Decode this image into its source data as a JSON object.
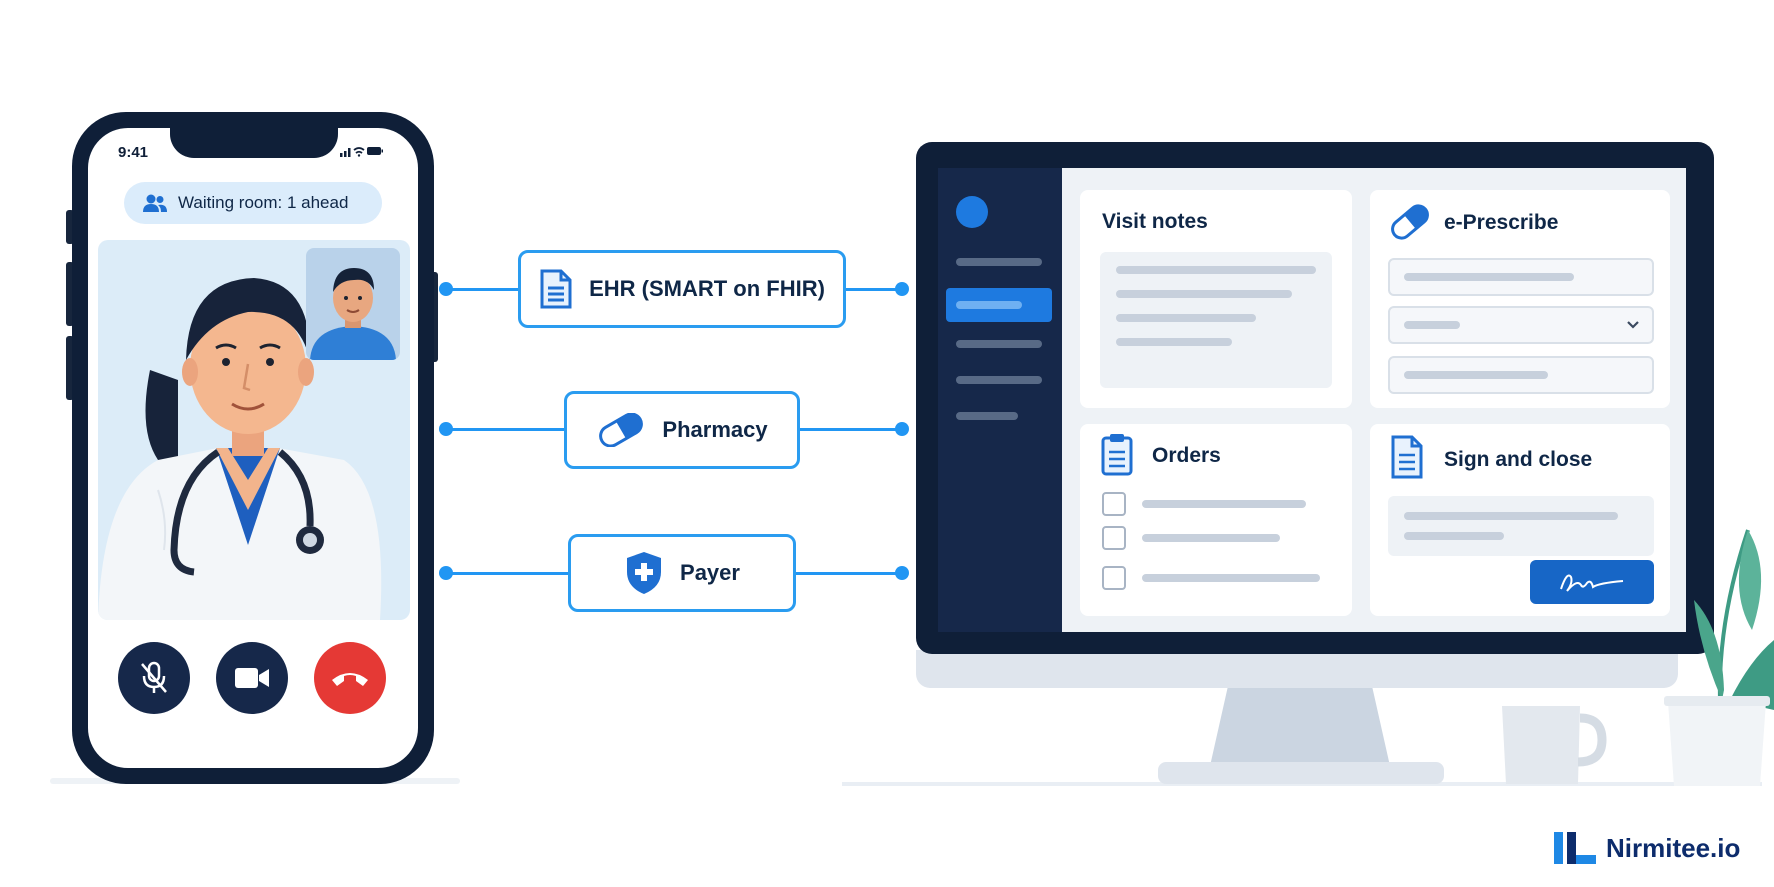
{
  "phone": {
    "time": "9:41",
    "waiting_room": "Waiting room: 1 ahead",
    "controls": [
      "mic-off",
      "camera",
      "end-call"
    ]
  },
  "connectors": [
    {
      "label": "EHR (SMART on FHIR)",
      "icon": "document-icon"
    },
    {
      "label": "Pharmacy",
      "icon": "pill-icon"
    },
    {
      "label": "Payer",
      "icon": "shield-plus-icon"
    }
  ],
  "app": {
    "visit_notes": {
      "title": "Visit notes"
    },
    "e_prescribe": {
      "title": "e-Prescribe"
    },
    "orders": {
      "title": "Orders"
    },
    "sign_and_close": {
      "title": "Sign and close"
    }
  },
  "brand": {
    "name": "Nirmitee.io"
  },
  "colors": {
    "accent_blue": "#2196f3",
    "navy": "#0f1f38",
    "end_call_red": "#e53935",
    "sign_button": "#1766c6"
  }
}
